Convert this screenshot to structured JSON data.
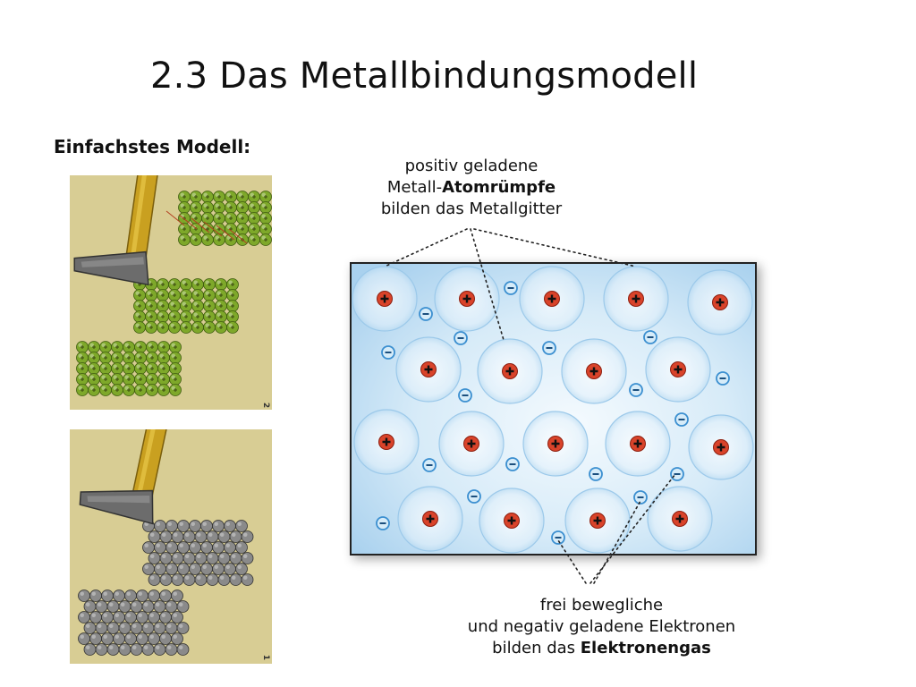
{
  "slide": {
    "title": "2.3 Das Metallbindungsmodell",
    "subtitle": "Einfachstes Modell:"
  },
  "labels": {
    "top": {
      "line1": "positiv geladene",
      "line2_plain": "Metall-",
      "line2_bold": "Atomrümpfe",
      "line3": "bilden das Metallgitter"
    },
    "bottom": {
      "line1": "frei bewegliche",
      "line2": "und negativ geladene Elektronen",
      "line3_plain": "bilden das ",
      "line3_bold": "Elektronengas"
    }
  },
  "images": {
    "top_panel_number": "2",
    "bottom_panel_number": "1"
  },
  "symbols": {
    "cation": "+",
    "electron": "−"
  },
  "colors": {
    "lattice_bg_top": "#a9d1ee",
    "lattice_bg_center": "#f4fafe",
    "cation": "#d9432a",
    "electron_fill": "#d6ecf9",
    "electron_stroke": "#3b8fd0",
    "panel_bg": "#d8cd94",
    "hammer_handle": "#c9a020",
    "hammer_head": "#6c6c6c",
    "green_atom": "#7ea82a",
    "grey_atom": "#8a8a8a"
  }
}
